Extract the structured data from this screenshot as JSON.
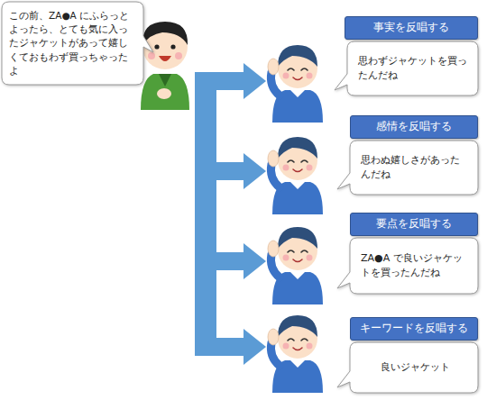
{
  "diagram": {
    "nodes": [
      {
        "text": [
          "この前、ZA●A にふらっとよったら、とても気に入ったジャケットがあって嬉しくておもわず買っちゃったよ"
        ]
      },
      {
        "text": [
          "事実を反唱する"
        ]
      },
      {
        "text": [
          "思わずジャケットを買ったんだね"
        ]
      },
      {
        "text": [
          "感情を反唱する"
        ]
      },
      {
        "text": [
          "思わぬ嬉しさがあったんだね"
        ]
      },
      {
        "text": [
          "要点を反唱する"
        ]
      },
      {
        "text": [
          "ZA●A で良いジャケットを買ったんだね"
        ]
      },
      {
        "text": [
          "キーワードを反唱する"
        ]
      },
      {
        "text": [
          "良いジャケット"
        ]
      }
    ]
  }
}
